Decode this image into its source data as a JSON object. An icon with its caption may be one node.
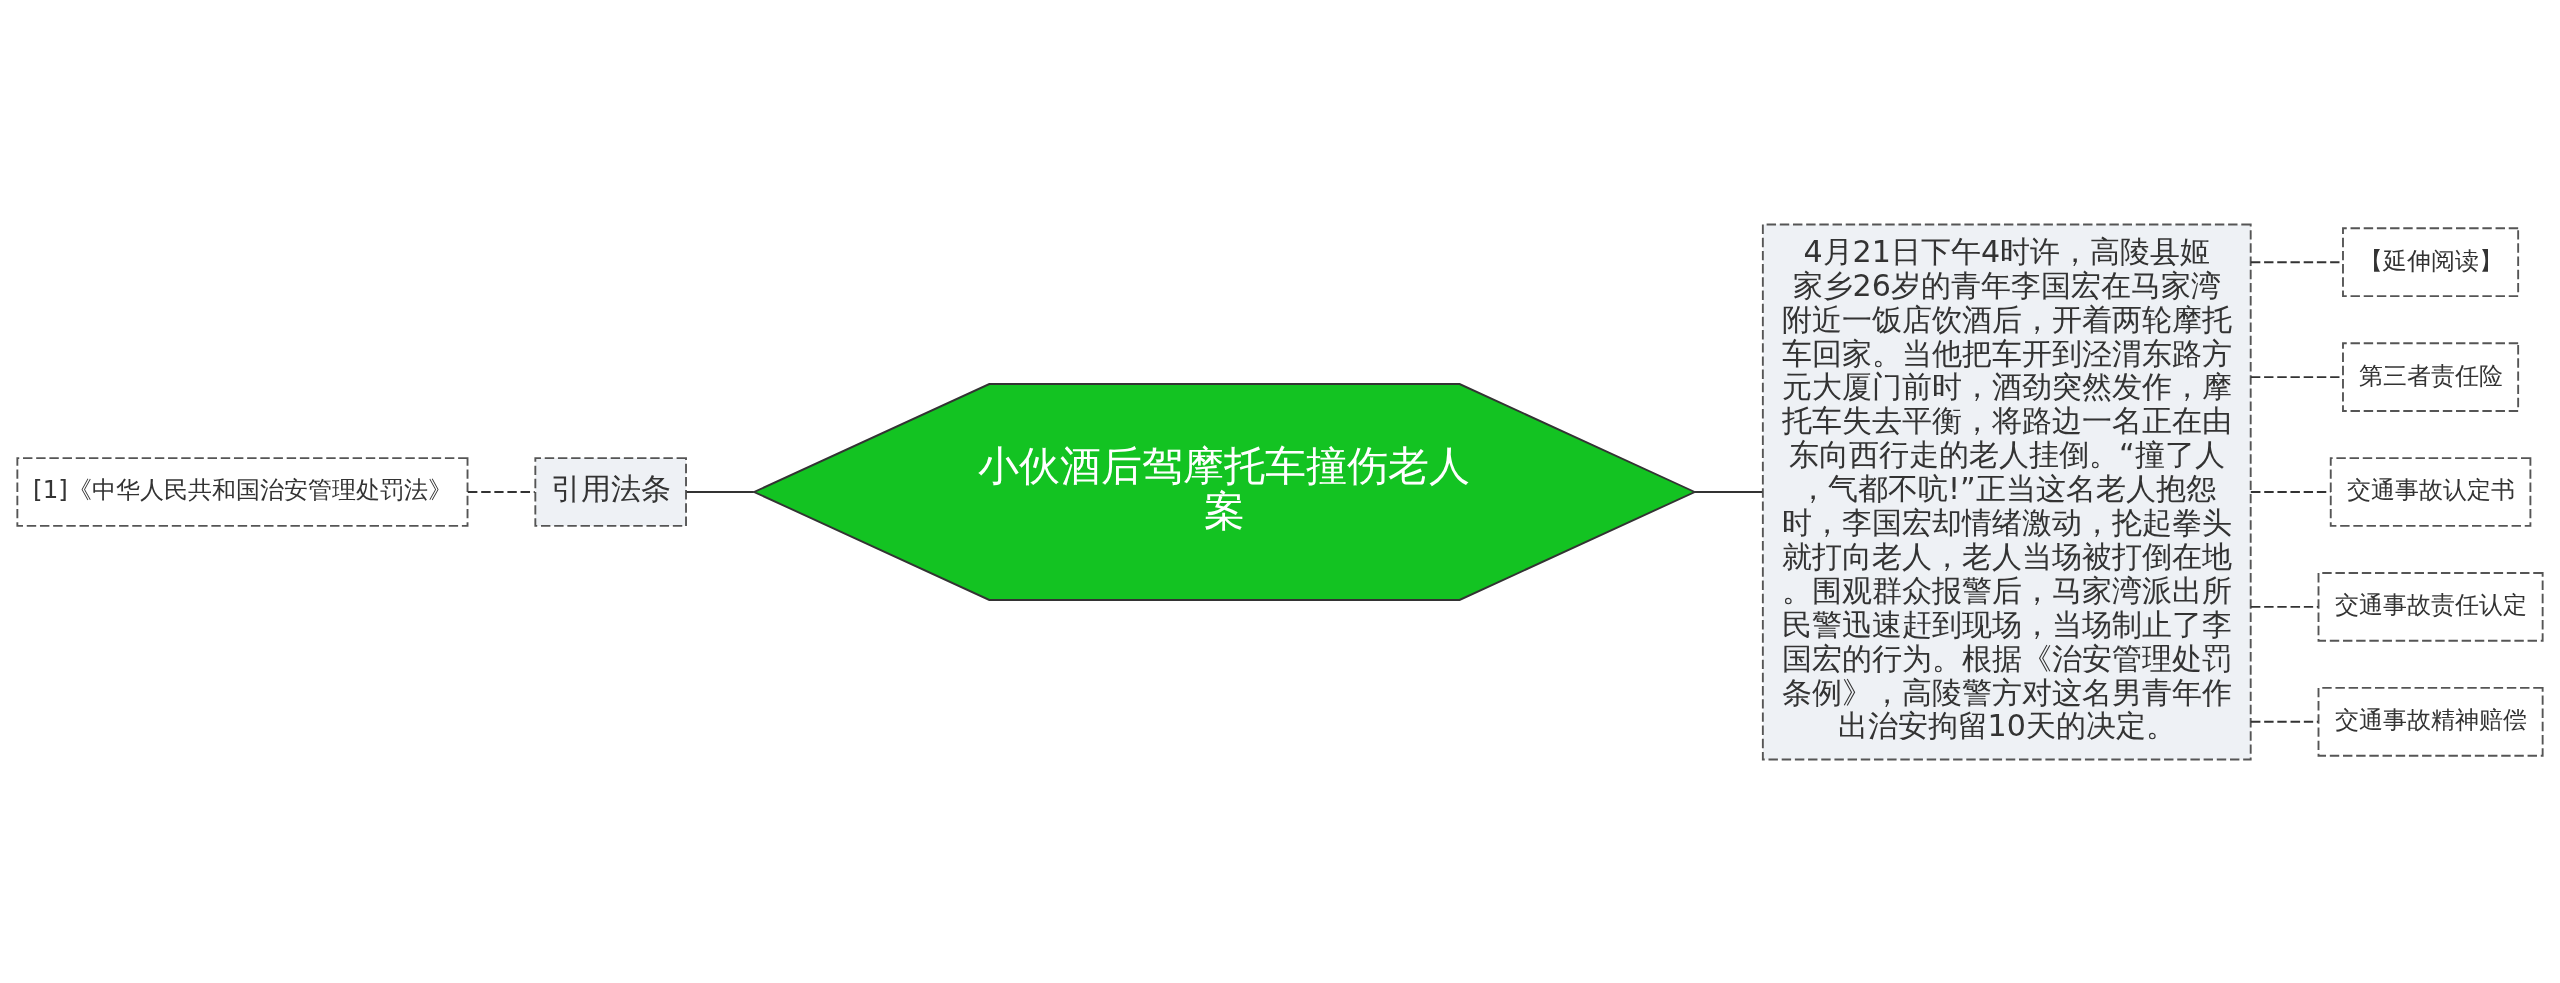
{
  "diagram": {
    "nodes": [
      {
        "text": [
          "小伙酒后驾摩托车撞伤老人案"
        ]
      },
      {
        "text": [
          "引用法条"
        ]
      },
      {
        "text": [
          "[1]《中华人民共和国治安管理处罚法》"
        ]
      },
      {
        "text": [
          "4月21日下午4时许，高陵县姬家乡26岁的青年李国宏在马家湾附近一饭店饮酒后，开着两轮摩托车回家。当他把车开到泾渭东路方元大厦门前时，酒劲突然发作，摩托车失去平衡，将路边一名正在由东向西行走的老人挂倒。“撞了人，气都不吭!”正当这名老人抱怨时，李国宏却情绪激动，抡起拳头就打向老人，老人当场被打倒在地。围观群众报警后，马家湾派出所民警迅速赶到现场，当场制止了李国宏的行为。根据《治安管理处罚条例》，高陵警方对这名男青年作出治安拘留10天的决定。"
        ]
      },
      {
        "text": [
          "【延伸阅读】"
        ]
      },
      {
        "text": [
          "第三者责任险"
        ]
      },
      {
        "text": [
          "交通事故认定书"
        ]
      },
      {
        "text": [
          "交通事故责任认定"
        ]
      },
      {
        "text": [
          "交通事故精神赔偿"
        ]
      }
    ],
    "edges": [
      {
        "from": 2,
        "to": 1,
        "arrow": "none",
        "style": "dashed"
      },
      {
        "from": 1,
        "to": 0,
        "arrow": "none"
      },
      {
        "from": 0,
        "to": 3,
        "arrow": "none"
      },
      {
        "from": 3,
        "to": 4,
        "arrow": "none",
        "style": "dashed"
      },
      {
        "from": 3,
        "to": 5,
        "arrow": "none",
        "style": "dashed"
      },
      {
        "from": 3,
        "to": 6,
        "arrow": "none",
        "style": "dashed"
      },
      {
        "from": 3,
        "to": 7,
        "arrow": "none",
        "style": "dashed"
      },
      {
        "from": 3,
        "to": 8,
        "arrow": "none",
        "style": "dashed"
      }
    ]
  }
}
